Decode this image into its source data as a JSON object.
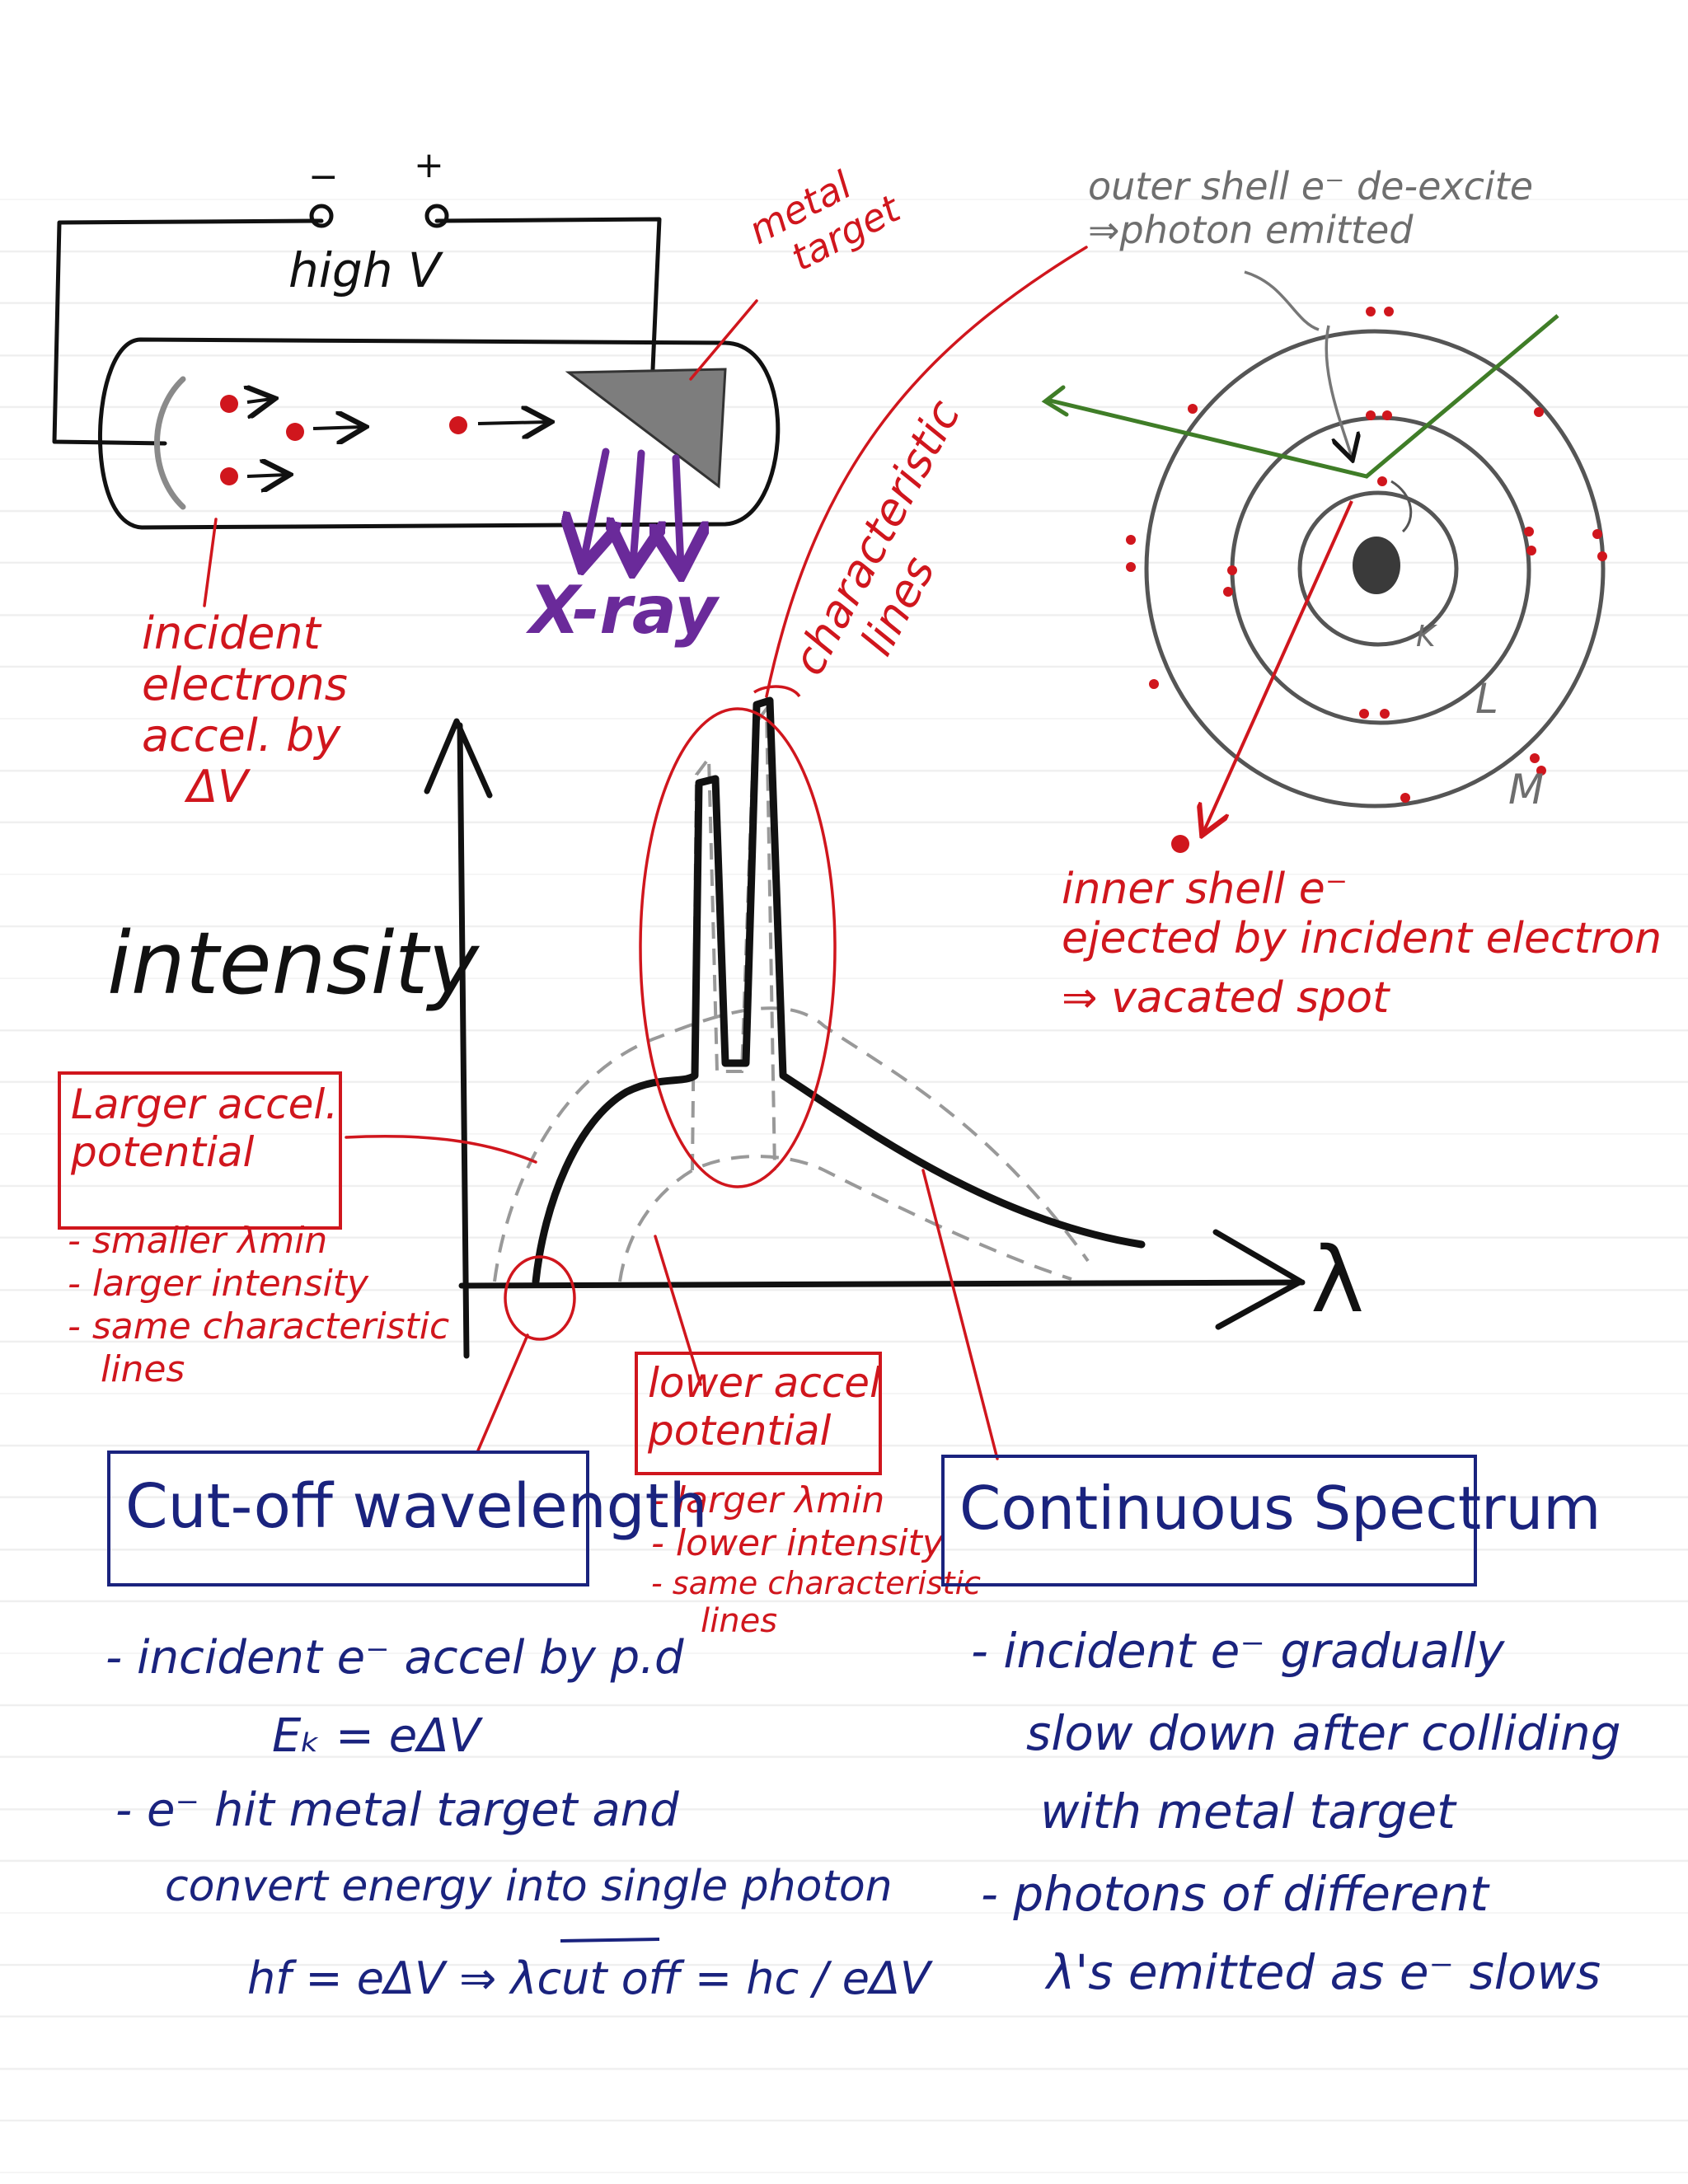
{
  "circuit": {
    "minus": "−",
    "plus": "+",
    "high_v": "high V",
    "metal_target": [
      "metal",
      "target"
    ],
    "xray": "X-ray",
    "incident_electrons": [
      "incident",
      "electrons",
      "accel. by",
      "ΔV"
    ]
  },
  "atom": {
    "outer_note": [
      "outer shell e⁻ de-excite",
      "⇒photon emitted"
    ],
    "shell_k": "K",
    "shell_l": "L",
    "shell_m": "M",
    "inner_note": [
      "inner shell e⁻",
      "ejected by incident electron",
      "⇒ vacated spot"
    ]
  },
  "graph": {
    "ylabel": "intensity",
    "xlabel": "λ",
    "characteristic": [
      "characteristic",
      "lines"
    ]
  },
  "annotations": {
    "larger_accel": {
      "box_lines": [
        "Larger accel.",
        "potential"
      ],
      "bullets": [
        "- smaller λmin",
        "- larger intensity",
        "- same characteristic",
        "  lines"
      ]
    },
    "lower_accel": {
      "box_lines": [
        "lower accel",
        "potential"
      ],
      "bullets": [
        "- larger λmin",
        "- lower intensity",
        "- same characteristic",
        "  lines"
      ]
    }
  },
  "cutoff": {
    "title": "Cut-off wavelength",
    "lines": [
      "- incident e⁻ accel by p.d",
      "Eₖ = eΔV",
      "- e⁻ hit metal target and",
      "convert energy into single photon",
      "hf = eΔV ⇒ λcut off = hc / eΔV"
    ]
  },
  "continuous": {
    "title": "Continuous Spectrum",
    "lines": [
      "- incident e⁻ gradually",
      "slow down after colliding",
      "with metal target",
      "- photons of different",
      "λ's emitted as e⁻ slows"
    ]
  },
  "colors": {
    "red": "#d0161d",
    "blue": "#1a237e",
    "grey": "#6e6e6e",
    "purple": "#6a2a9a",
    "green": "#3f7d27"
  }
}
